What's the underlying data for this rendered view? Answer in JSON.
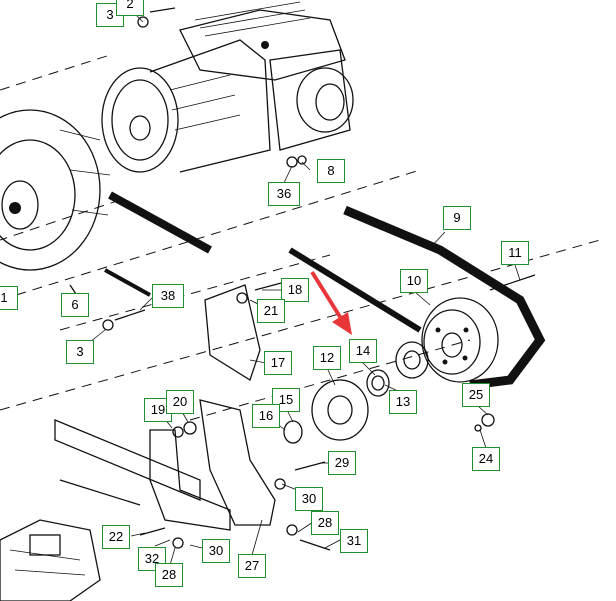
{
  "diagram": {
    "callouts": [
      {
        "id": "c1",
        "label": "3"
      },
      {
        "id": "c2",
        "label": "2"
      },
      {
        "id": "c3",
        "label": "8"
      },
      {
        "id": "c4",
        "label": "36"
      },
      {
        "id": "c5",
        "label": "9"
      },
      {
        "id": "c6",
        "label": "11"
      },
      {
        "id": "c7",
        "label": "1"
      },
      {
        "id": "c8",
        "label": "6"
      },
      {
        "id": "c9",
        "label": "38"
      },
      {
        "id": "c10",
        "label": "18"
      },
      {
        "id": "c11",
        "label": "10"
      },
      {
        "id": "c12",
        "label": "21"
      },
      {
        "id": "c13",
        "label": "3"
      },
      {
        "id": "c14",
        "label": "17"
      },
      {
        "id": "c15",
        "label": "12"
      },
      {
        "id": "c16",
        "label": "14"
      },
      {
        "id": "c17",
        "label": "13"
      },
      {
        "id": "c18",
        "label": "25"
      },
      {
        "id": "c19",
        "label": "19"
      },
      {
        "id": "c20",
        "label": "20"
      },
      {
        "id": "c21",
        "label": "15"
      },
      {
        "id": "c22",
        "label": "16"
      },
      {
        "id": "c23",
        "label": "24"
      },
      {
        "id": "c24",
        "label": "29"
      },
      {
        "id": "c25",
        "label": "30"
      },
      {
        "id": "c26",
        "label": "28"
      },
      {
        "id": "c27",
        "label": "22"
      },
      {
        "id": "c28",
        "label": "31"
      },
      {
        "id": "c29",
        "label": "32"
      },
      {
        "id": "c30",
        "label": "30"
      },
      {
        "id": "c31",
        "label": "27"
      },
      {
        "id": "c32",
        "label": "28"
      }
    ],
    "colors": {
      "callout_border": "#1f8f2f",
      "arrow": "#e8373a",
      "ink": "#111111"
    }
  }
}
